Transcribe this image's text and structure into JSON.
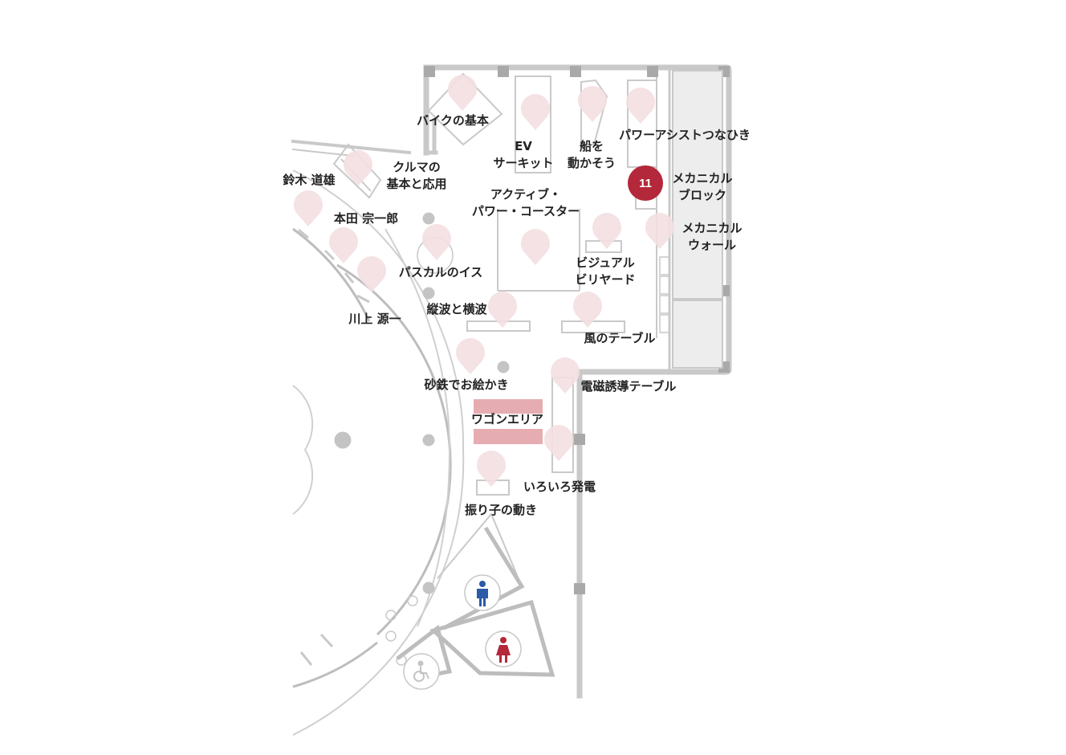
{
  "colors": {
    "wall": "#c9c9c9",
    "wall_light": "#d9d9d9",
    "fixture": "#c4c4c4",
    "pin": "#f3dfe1",
    "pin_selected": "#b3283a",
    "wagon_area": "#e5acb2",
    "storage_fill": "#ededed",
    "restroom_male": "#2a5aa8",
    "restroom_female": "#b3283a",
    "label": "#222222"
  },
  "exhibits": [
    {
      "id": "bike-basics",
      "lines": [
        "バイクの基本"
      ]
    },
    {
      "id": "ev-circuit",
      "lines": [
        "EV",
        "サーキット"
      ]
    },
    {
      "id": "move-ship",
      "lines": [
        "船を",
        "動かそう"
      ]
    },
    {
      "id": "power-assist",
      "lines": [
        "パワーアシストつなひき"
      ]
    },
    {
      "id": "mechanical-block",
      "lines": [
        "メカニカル",
        "ブロック"
      ]
    },
    {
      "id": "mechanical-wall",
      "lines": [
        "メカニカル",
        "ウォール"
      ]
    },
    {
      "id": "car-basics",
      "lines": [
        "クルマの",
        "基本と応用"
      ]
    },
    {
      "id": "suzuki",
      "lines": [
        "鈴木 道雄"
      ]
    },
    {
      "id": "honda",
      "lines": [
        "本田 宗一郎"
      ]
    },
    {
      "id": "active-coaster",
      "lines": [
        "アクティブ・",
        "パワー・コースター"
      ]
    },
    {
      "id": "pascal-chair",
      "lines": [
        "パスカルのイス"
      ]
    },
    {
      "id": "visual-billiards",
      "lines": [
        "ビジュアル",
        "ビリヤード"
      ]
    },
    {
      "id": "kawakami",
      "lines": [
        "川上 源一"
      ]
    },
    {
      "id": "waves",
      "lines": [
        "縦波と横波"
      ]
    },
    {
      "id": "wind-table",
      "lines": [
        "風のテーブル"
      ]
    },
    {
      "id": "iron-sand",
      "lines": [
        "砂鉄でお絵かき"
      ]
    },
    {
      "id": "induction-table",
      "lines": [
        "電磁誘導テーブル"
      ]
    },
    {
      "id": "wagon-area",
      "lines": [
        "ワゴンエリア"
      ]
    },
    {
      "id": "power-generation",
      "lines": [
        "いろいろ発電"
      ]
    },
    {
      "id": "pendulum",
      "lines": [
        "振り子の動き"
      ]
    }
  ],
  "selected_marker": {
    "number": "11"
  },
  "icons": {
    "male": "restroom-male-icon",
    "female": "restroom-female-icon",
    "accessible": "wheelchair-icon"
  }
}
